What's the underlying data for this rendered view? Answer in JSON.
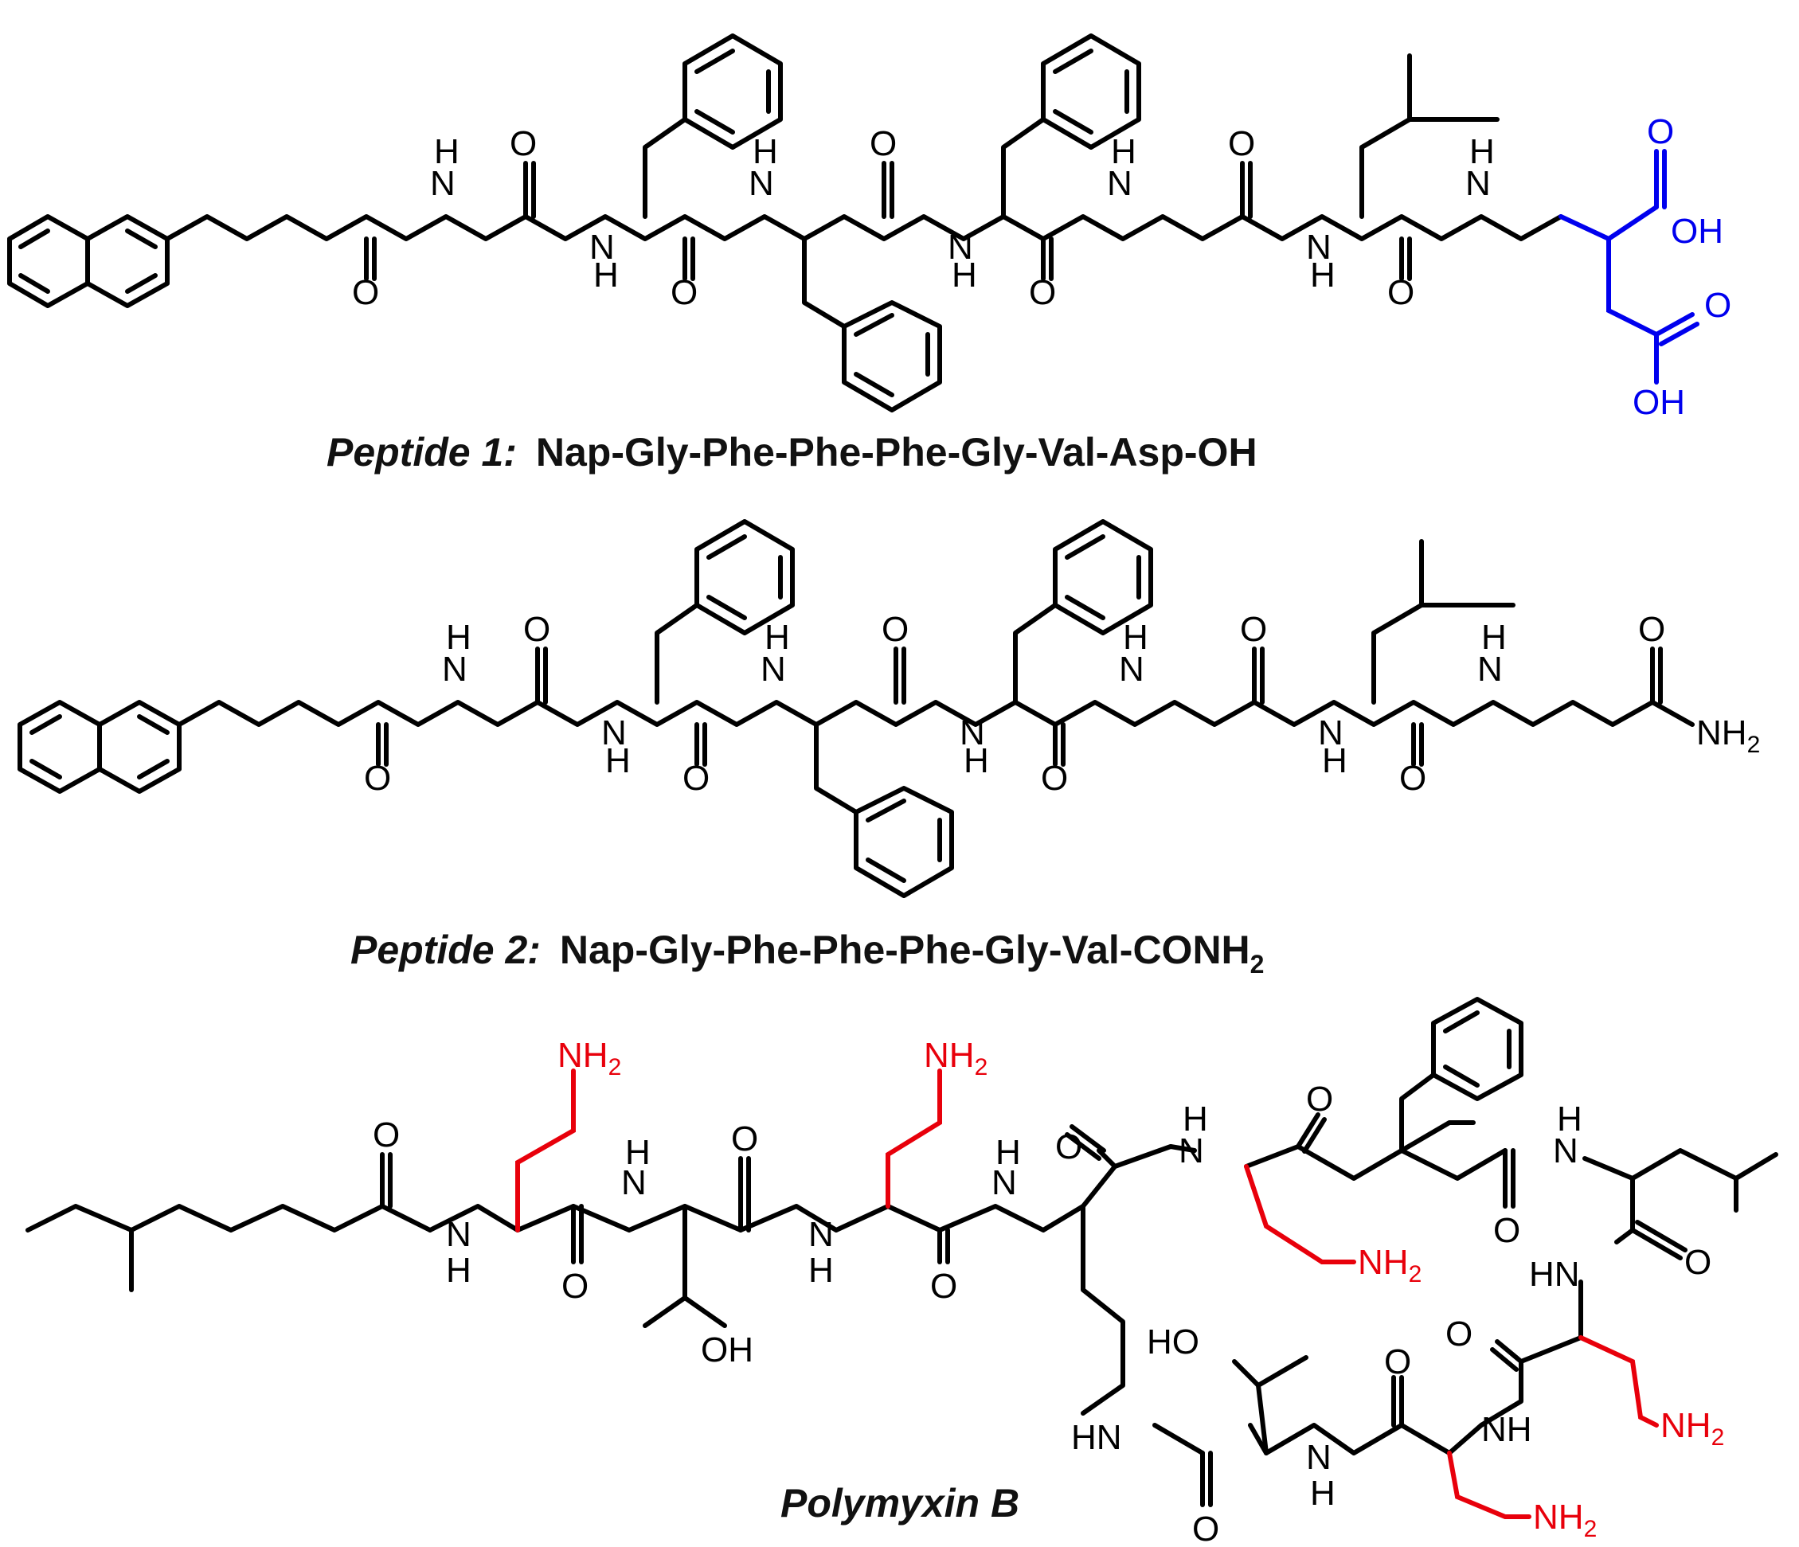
{
  "peptide1": {
    "caption_prefix": "Peptide 1:",
    "caption_sequence": "Nap-Gly-Phe-Phe-Phe-Gly-Val-Asp-OH",
    "labels": {
      "o": "O",
      "nh_n": "N",
      "nh_h": "H",
      "oh": "OH"
    }
  },
  "peptide2": {
    "caption_prefix": "Peptide 2:",
    "caption_sequence": "Nap-Gly-Phe-Phe-Phe-Gly-Val-CONH",
    "caption_subscript": "2",
    "labels": {
      "o": "O",
      "n": "N",
      "h": "H",
      "nh2": "NH",
      "sub2": "2"
    }
  },
  "polymyxin": {
    "caption": "Polymyxin B",
    "labels": {
      "o": "O",
      "n": "N",
      "h": "H",
      "nh2": "NH",
      "sub2": "2",
      "oh": "OH",
      "ho": "HO",
      "hn": "HN",
      "nh": "NH"
    }
  },
  "colors": {
    "bond": "#000000",
    "asp_highlight": "#0000ee",
    "amine_highlight": "#e8000b"
  }
}
